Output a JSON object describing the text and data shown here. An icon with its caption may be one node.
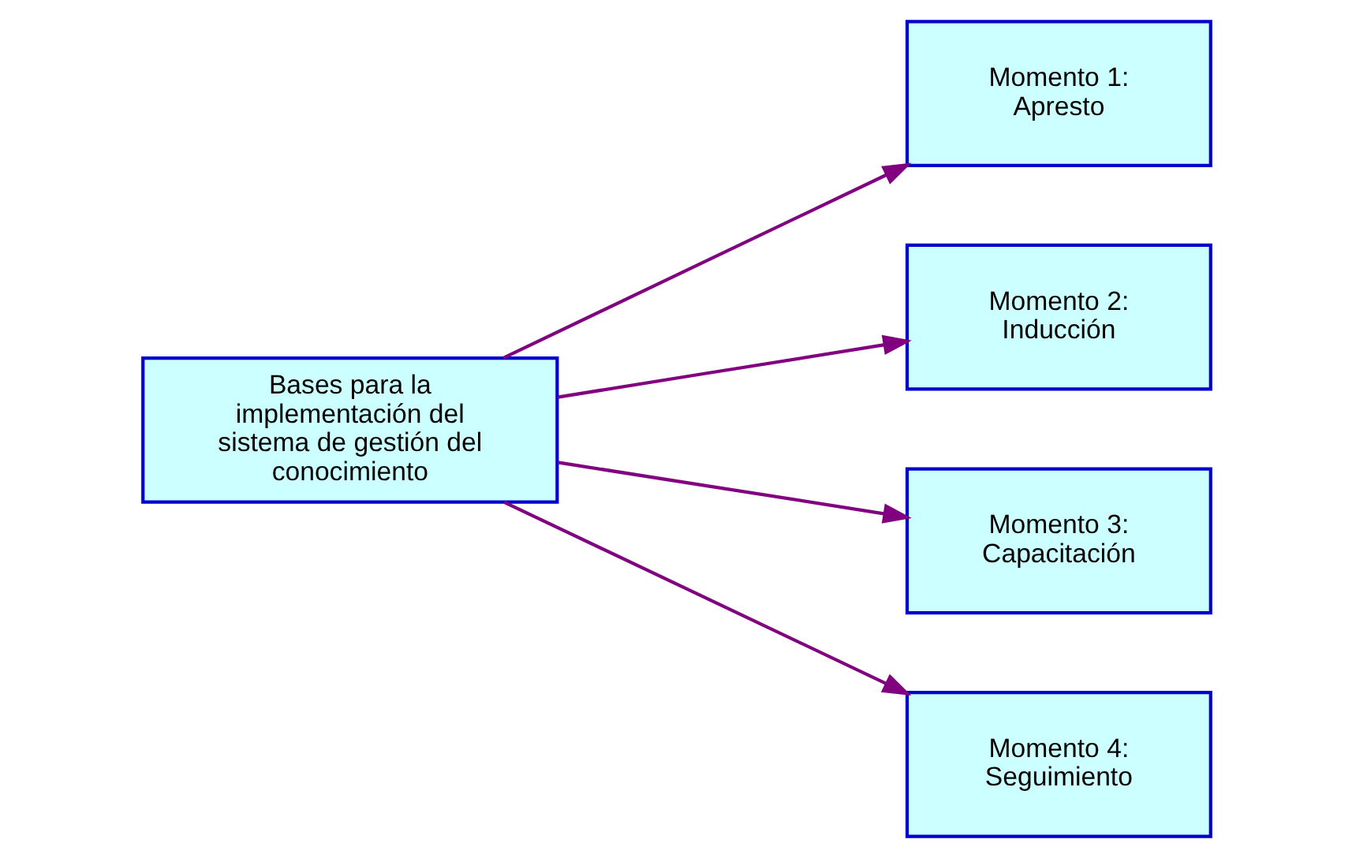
{
  "diagram": {
    "nodes": [
      {
        "text": [
          "Bases para la implementación del sistema de gestión del conocimiento"
        ]
      },
      {
        "text": [
          "Momento 1: Apresto"
        ]
      },
      {
        "text": [
          "Momento 2: Inducción"
        ]
      },
      {
        "text": [
          "Momento 3: Capacitación"
        ]
      },
      {
        "text": [
          "Momento 4: Seguimiento"
        ]
      }
    ],
    "edges": [
      {
        "from": 0,
        "to": 1,
        "arrow": "to"
      },
      {
        "from": 0,
        "to": 2,
        "arrow": "to"
      },
      {
        "from": 0,
        "to": 3,
        "arrow": "to"
      },
      {
        "from": 0,
        "to": 4,
        "arrow": "to"
      }
    ]
  }
}
